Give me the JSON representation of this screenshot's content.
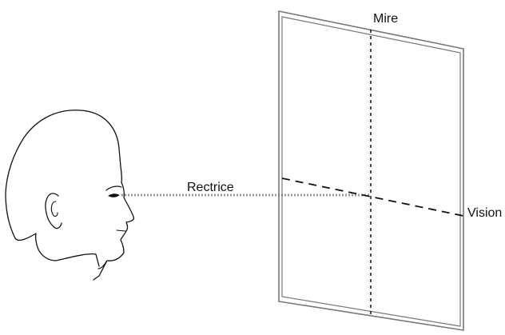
{
  "labels": {
    "mire": "Mire",
    "rectrice": "Rectrice",
    "vision": "Vision"
  },
  "colors": {
    "stroke": "#111111",
    "frame": "#777777",
    "dotted_line": "#9a9a9a",
    "background": "#ffffff"
  }
}
